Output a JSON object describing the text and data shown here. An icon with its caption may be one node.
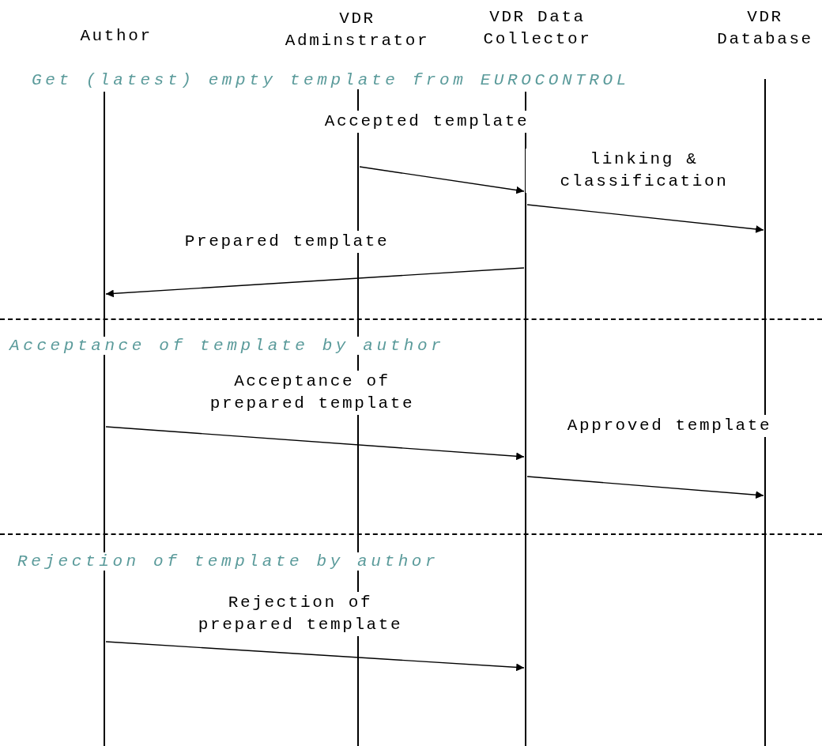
{
  "diagram": {
    "nodes": [
      {
        "text": [
          "Author"
        ]
      },
      {
        "text": [
          "VDR Adminstrator"
        ]
      },
      {
        "text": [
          "VDR Data Collector"
        ]
      },
      {
        "text": [
          "VDR Database"
        ]
      }
    ],
    "edges": [
      {
        "from": 1,
        "to": 2,
        "arrow": "to",
        "label": "Accepted template"
      },
      {
        "from": 2,
        "to": 3,
        "arrow": "to",
        "label": "linking & classification"
      },
      {
        "from": 2,
        "to": 0,
        "arrow": "to",
        "label": "Prepared template"
      },
      {
        "from": 0,
        "to": 2,
        "arrow": "to",
        "label": "Acceptance of prepared template"
      },
      {
        "from": 2,
        "to": 3,
        "arrow": "to",
        "label": "Approved template"
      },
      {
        "from": 0,
        "to": 2,
        "arrow": "to",
        "label": "Rejection of prepared template"
      }
    ],
    "labels": [
      "Get (latest) empty template from EUROCONTROL",
      "Acceptance of template by author",
      "Rejection of template by author"
    ]
  }
}
